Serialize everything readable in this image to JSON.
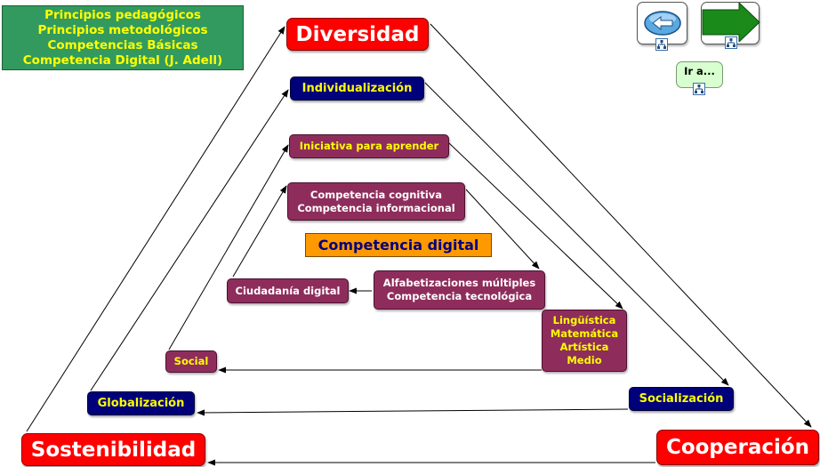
{
  "header_box": {
    "lines": [
      "Principios pedagógicos",
      "Principios metodológicos",
      "Competencias Básicas",
      "Competencia Digital (J. Adell)"
    ]
  },
  "nodes": {
    "diversidad": "Diversidad",
    "sostenibilidad": "Sostenibilidad",
    "cooperacion": "Cooperación",
    "individualizacion": "Individualización",
    "globalizacion": "Globalización",
    "socializacion": "Socialización",
    "iniciativa": "Iniciativa para aprender",
    "social": "Social",
    "cognitiva": [
      "Competencia cognitiva",
      "Competencia informacional"
    ],
    "ciudadania": "Ciudadanía digital",
    "alfabetizaciones": [
      "Alfabetizaciones múltiples",
      "Competencia tecnológica"
    ],
    "basicas": [
      "Lingüística",
      "Matemática",
      "Artística",
      "Medio"
    ],
    "center_title": "Competencia digital"
  },
  "navigation": {
    "back_icon": "back-arrow-icon",
    "forward_icon": "forward-arrow-icon",
    "sitemap_icon": "sitemap-icon",
    "goto_label": "Ir a..."
  },
  "colors": {
    "red": "#ff0000",
    "navy": "#00007a",
    "plum": "#8e2d5b",
    "green": "#329a5e",
    "orange": "#ff9900",
    "label_yellow": "#ffff00"
  }
}
